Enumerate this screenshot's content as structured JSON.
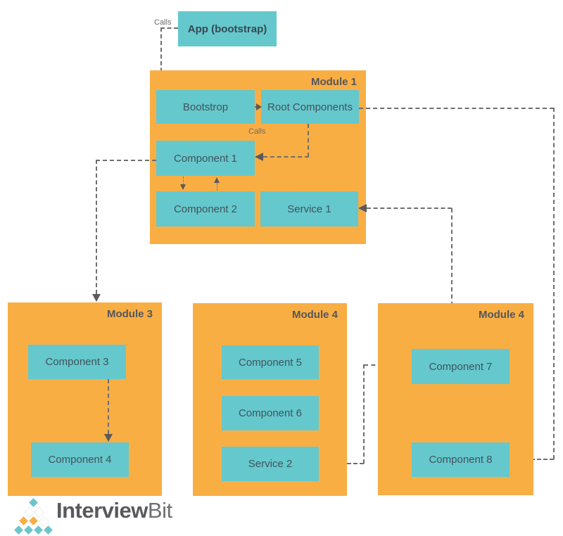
{
  "colors": {
    "module_fill": "#F9AE44",
    "box_fill": "#65C8CD",
    "arrow_line": "#6E6E6E",
    "arrow_head": "#5A5A5A",
    "module_title_text": "#54565A",
    "box_text": "#40535B",
    "logo_teal": "#6CC5CB",
    "logo_orange": "#F9AE44"
  },
  "app_box": {
    "label": "App (bootstrap)"
  },
  "labels": {
    "calls_app": "Calls",
    "calls_root": "Calls"
  },
  "modules": {
    "m1": {
      "title": "Module 1",
      "boxes": {
        "bootstrop": "Bootstrop",
        "root_components": "Root Components",
        "component1": "Component 1",
        "component2": "Component 2",
        "service1": "Service 1"
      }
    },
    "m3": {
      "title": "Module 3",
      "boxes": {
        "component3": "Component 3",
        "component4": "Component 4"
      }
    },
    "m4a": {
      "title": "Module 4",
      "boxes": {
        "component5": "Component 5",
        "component6": "Component 6",
        "service2": "Service 2"
      }
    },
    "m4b": {
      "title": "Module 4",
      "boxes": {
        "component7": "Component 7",
        "component8": "Component 8"
      }
    }
  },
  "edges": [
    {
      "from": "App (bootstrap)",
      "to": "Bootstrop (Module 1)",
      "label": "Calls",
      "style": "dashed"
    },
    {
      "from": "Bootstrop",
      "to": "Root Components",
      "label": "",
      "style": "dashed"
    },
    {
      "from": "Root Components",
      "to": "Component 1",
      "label": "Calls",
      "style": "dashed"
    },
    {
      "from": "Component 1",
      "to": "Component 2",
      "label": "",
      "style": "dashed"
    },
    {
      "from": "Component 2",
      "to": "Component 1",
      "label": "",
      "style": "dashed"
    },
    {
      "from": "Component 1",
      "to": "Module 3",
      "label": "",
      "style": "dashed"
    },
    {
      "from": "Root Components",
      "to": "Component 8",
      "label": "",
      "style": "dashed"
    },
    {
      "from": "Component 7",
      "to": "Service 1",
      "label": "",
      "style": "dashed"
    },
    {
      "from": "Component 7",
      "to": "Service 2",
      "label": "",
      "style": "dashed"
    },
    {
      "from": "Component 3",
      "to": "Component 4",
      "label": "",
      "style": "dashed"
    }
  ],
  "logo": {
    "brand_bold": "Interview",
    "brand_light": "Bit"
  }
}
